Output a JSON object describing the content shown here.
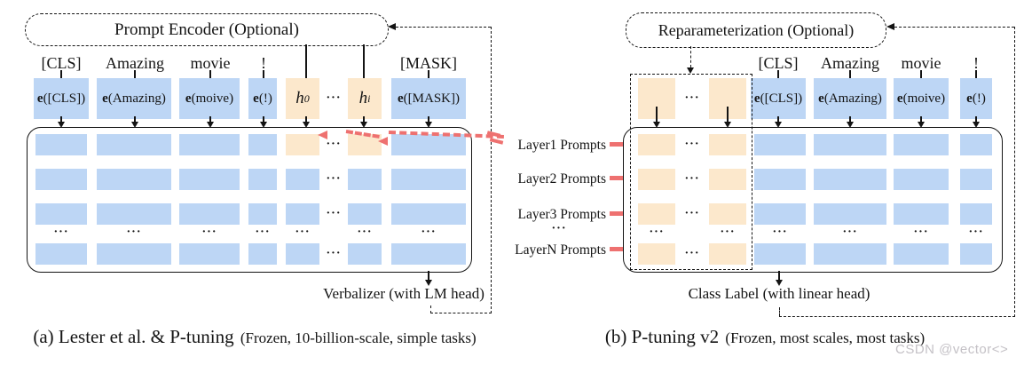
{
  "dots": "···",
  "watermark": "CSDN @vector<>",
  "colors": {
    "blue": "#bdd6f5",
    "orange": "#fce8cc",
    "pink": "#ee7170",
    "ink": "#141414"
  },
  "left": {
    "encoder_label": "Prompt Encoder (Optional)",
    "tokens": [
      "[CLS]",
      "Amazing",
      "movie",
      "!",
      "[MASK]"
    ],
    "embeddings": [
      {
        "prefix": "e",
        "rest": "([CLS])"
      },
      {
        "prefix": "e",
        "rest": "(Amazing)"
      },
      {
        "prefix": "e",
        "rest": "(moive)"
      },
      {
        "prefix": "e",
        "rest": "(!)"
      },
      {
        "prefix": "e",
        "rest": "([MASK])"
      }
    ],
    "h_tokens": [
      {
        "base": "h",
        "sub": "0"
      },
      {
        "base": "h",
        "sub": "i"
      }
    ],
    "verbalizer_label": "Verbalizer (with LM head)",
    "caption_main": "(a) Lester et al. & P-tuning",
    "caption_sub": "(Frozen, 10-billion-scale, simple tasks)"
  },
  "middle": {
    "layer_labels": [
      "Layer1 Prompts",
      "Layer2 Prompts",
      "Layer3 Prompts",
      "LayerN Prompts"
    ]
  },
  "right": {
    "reparam_label": "Reparameterization (Optional)",
    "tokens": [
      "[CLS]",
      "Amazing",
      "movie",
      "!"
    ],
    "embeddings": [
      {
        "prefix": "e",
        "rest": "([CLS])"
      },
      {
        "prefix": "e",
        "rest": "(Amazing)"
      },
      {
        "prefix": "e",
        "rest": "(moive)"
      },
      {
        "prefix": "e",
        "rest": "(!)"
      }
    ],
    "class_label": "Class Label (with linear head)",
    "caption_main": "(b) P-tuning v2",
    "caption_sub": "(Frozen, most scales, most tasks)"
  }
}
